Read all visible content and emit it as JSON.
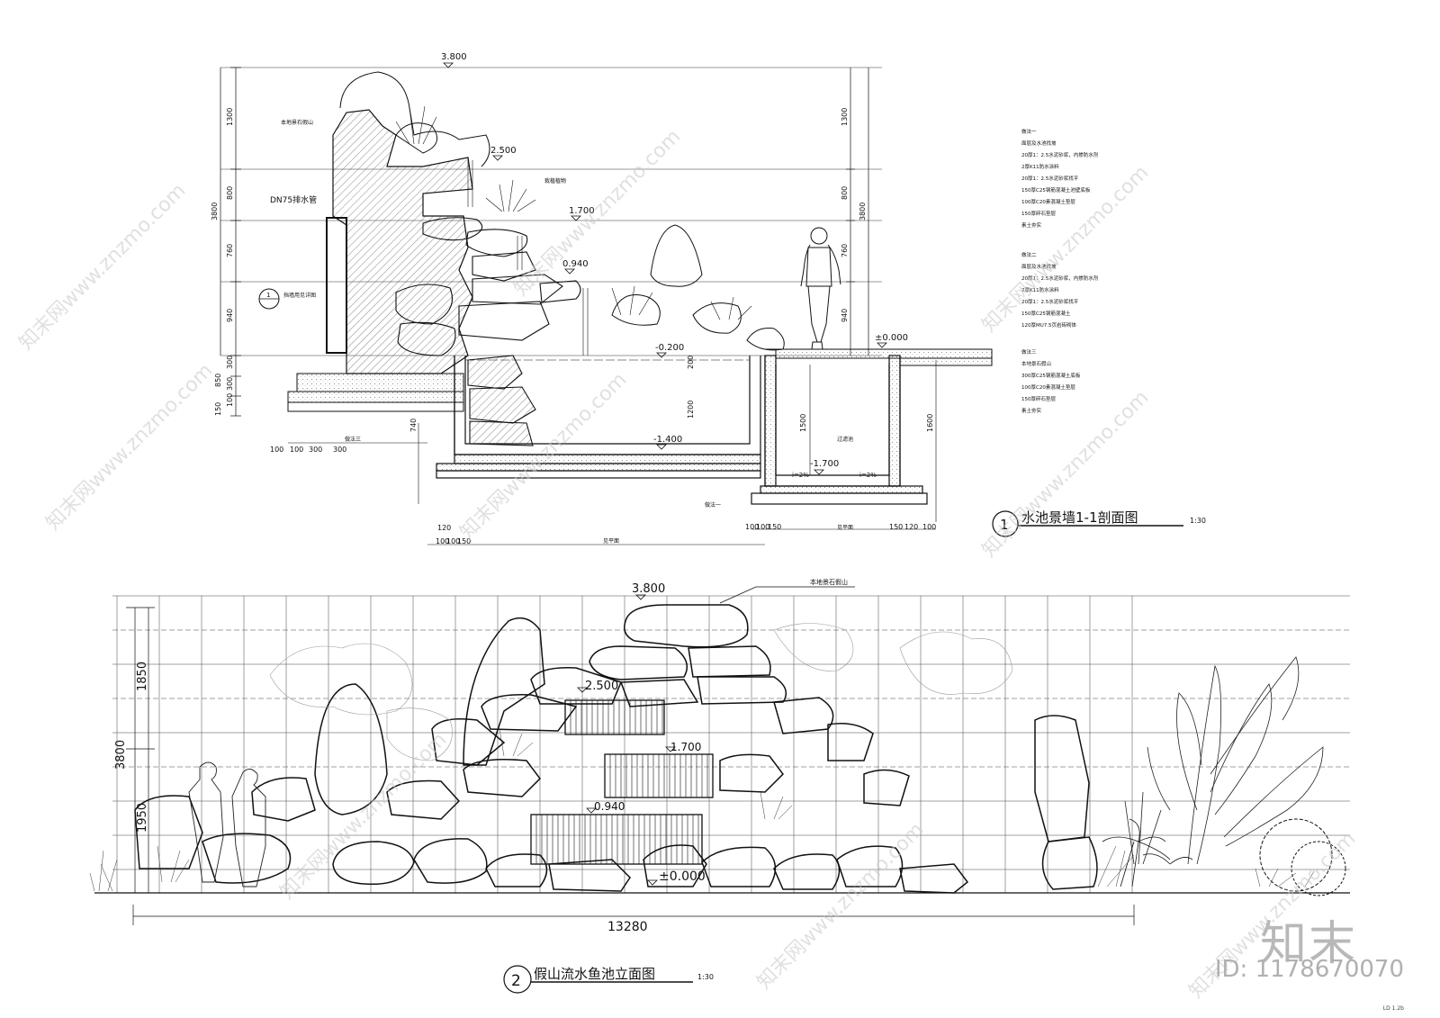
{
  "section_1": {
    "number": "1",
    "title": "水池景墙1-1剖面图",
    "scale": "1:30",
    "level_top": "3.800",
    "level_mid": "2.500",
    "level_upper_pool": "1.700",
    "level_lower_pool": "0.940",
    "level_ground": "±0.000",
    "level_water": "-0.200",
    "level_pool_bottom": "-1.400",
    "level_filter_bottom": "-1.700",
    "dims_left": [
      "1300",
      "800",
      "760",
      "940",
      "300",
      "850",
      "300",
      "100",
      "150"
    ],
    "dims_left_total": "3800",
    "dims_right": [
      "1300",
      "800",
      "760",
      "940"
    ],
    "dims_right_total": "3800",
    "dims_bottom_left": [
      "100",
      "100",
      "300",
      "300"
    ],
    "dims_bottom_center": [
      "120",
      "100",
      "100",
      "150",
      "见平面"
    ],
    "dims_bottom_right": [
      "100",
      "100",
      "150",
      "见平面",
      "150",
      "120",
      "100"
    ],
    "label_rockery": "本地景石假山",
    "label_pipe": "DN75排水管",
    "label_plants": "栽植植物",
    "label_wall": "挡墙用见详图",
    "label_paving": "做法三",
    "label_paving1": "做法一",
    "label_filter": "过滤池",
    "label_slope_a": "i=2%",
    "label_slope_b": "i=2%",
    "label_section_ref": "1",
    "dim_1200": "1200",
    "dim_1500": "1500",
    "dim_1600": "1600",
    "dim_200": "200",
    "dim_740": "740"
  },
  "section_2": {
    "number": "2",
    "title": "假山流水鱼池立面图",
    "scale": "1:30",
    "level_top": "3.800",
    "level_mid": "2.500",
    "level_upper": "1.700",
    "level_lower": "0.940",
    "level_ground": "±0.000",
    "label_rockery": "本地景石假山",
    "dim_upper": "1850",
    "dim_total": "3800",
    "dim_lower": "1950",
    "dim_width": "13280"
  },
  "notes": {
    "group1_title": "做法一",
    "group1_lines": [
      "面层及水池找坡",
      "20厚1：2.5水泥砂浆，内掺防水剂",
      "2厚K11防水涂料",
      "20厚1：2.5水泥砂浆找平",
      "150厚C25钢筋混凝土池壁底板",
      "100厚C20素混凝土垫层",
      "150厚碎石垫层",
      "素土夯实"
    ],
    "group2_title": "做法二",
    "group2_lines": [
      "面层及水池找坡",
      "20厚1：2.5水泥砂浆，内掺防水剂",
      "2厚K11防水涂料",
      "20厚1：2.5水泥砂浆找平",
      "150厚C25钢筋混凝土",
      "120厚MU7.5页岩砖砌体"
    ],
    "group3_title": "做法三",
    "group3_lines": [
      "本地景石假山",
      "300厚C25钢筋混凝土底板",
      "100厚C20素混凝土垫层",
      "150厚碎石垫层",
      "素土夯实"
    ]
  },
  "watermark": {
    "text": "知末网www.znzmo.com",
    "brand": "知末",
    "id": "ID: 1178670070"
  },
  "sheet_ref": "LD 1.2b",
  "colors": {
    "line": "#111111",
    "grid": "#333333",
    "watermark": "#c8c8c8",
    "hatch": "#555555"
  }
}
